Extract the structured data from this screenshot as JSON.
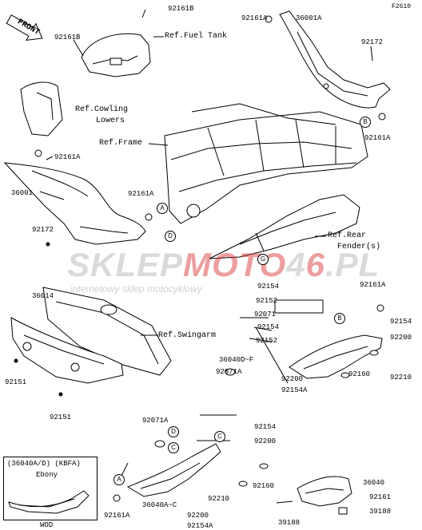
{
  "figure_code": "F2610",
  "front_arrow": "FRONT",
  "watermark": {
    "brand_gray_1": "SKLEP",
    "brand_red": "MOTO",
    "brand_gray_2": "4",
    "brand_red_2": "6",
    "brand_gray_3": ".PL",
    "tagline": "internetowy sklep motocyklowy"
  },
  "labels": {
    "p92161B_top": "92161B",
    "p92161A_top": "92161A",
    "p36001A": "36001A",
    "p92161B_left": "92161B",
    "ref_fuel_tank": "Ref.Fuel Tank",
    "p92172_right": "92172",
    "ref_cowling_1": "Ref.Cowling",
    "ref_cowling_2": "Lowers",
    "ref_frame": "Ref.Frame",
    "p92161A_b": "92161A",
    "p92161A_left": "92161A",
    "p36001": "36001",
    "p92161A_mid": "92161A",
    "p92172_left": "92172",
    "ref_rear_fender_1": "Ref.Rear",
    "ref_rear_fender_2": "Fender(s)",
    "p36014": "36014",
    "p92154_a": "92154",
    "p92152_a": "92152",
    "p92161A_r2": "92161A",
    "p92071": "92071",
    "p92154_b": "92154",
    "p92154_c": "92154",
    "p92200_a": "92200",
    "p92152_b": "92152",
    "ref_swingarm": "Ref.Swingarm",
    "p36040DF": "36040D~F",
    "p92071A_r": "92071A",
    "p92210_r": "92210",
    "p92151_a": "92151",
    "p92160_r": "92160",
    "p92200_b": "92200",
    "p92154A_a": "92154A",
    "p92151_b": "92151",
    "p92071A_c": "92071A",
    "p92154_d": "92154",
    "p92200_c": "92200",
    "p92160_c": "92160",
    "p36040": "36040",
    "p92210_c": "92210",
    "p92161A_bl": "92161A",
    "p36040AC": "36040A~C",
    "p92200_d": "92200",
    "p92154A_b": "92154A",
    "p92161_br": "92161",
    "p39188_r": "39188",
    "p39188_l": "39188"
  },
  "callouts": {
    "A": "A",
    "B": "B",
    "C": "C",
    "D": "D",
    "G": "G"
  },
  "inset": {
    "title": "(36040A/D) (KBFA)",
    "color": "Ebony",
    "footer": "WOD"
  }
}
